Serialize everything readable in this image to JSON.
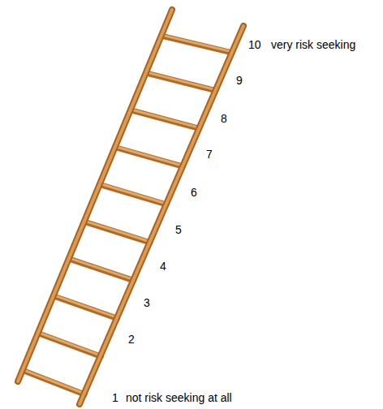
{
  "diagram": {
    "labels": [
      "10",
      "very risk seeking",
      "9",
      "8",
      "7",
      "6",
      "5",
      "4",
      "3",
      "2",
      "1",
      "not risk seeking at all"
    ]
  }
}
